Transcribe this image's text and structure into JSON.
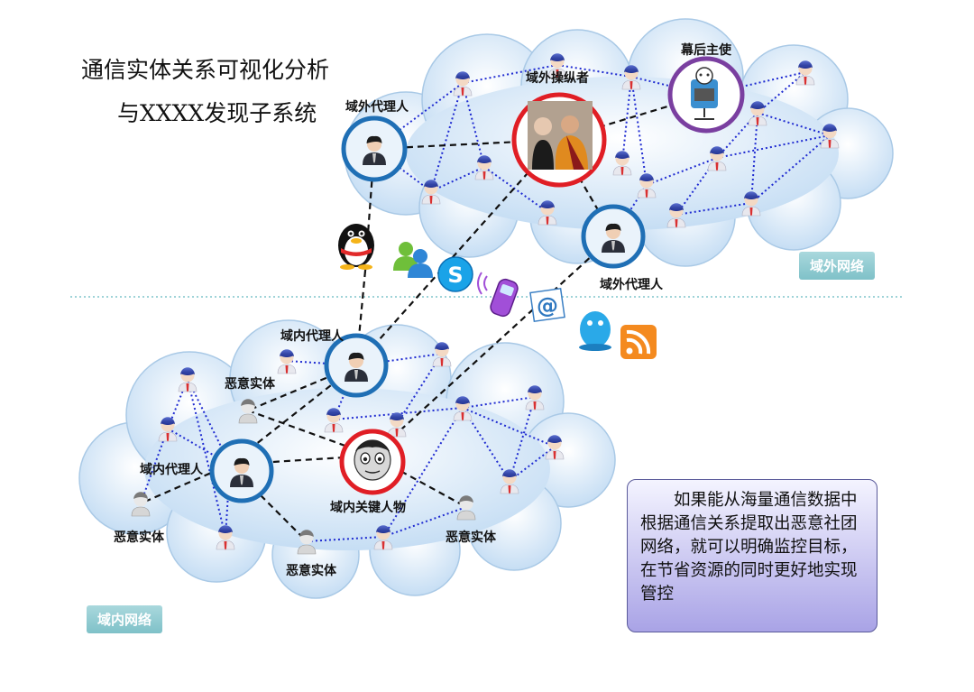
{
  "title": {
    "line1": "通信实体关系可视化分析",
    "line2": "与XXXX发现子系统"
  },
  "labels": {
    "curtain_master": "幕后主使",
    "foreign_manipulator": "域外操纵者",
    "foreign_agent_1": "域外代理人",
    "foreign_agent_2": "域外代理人",
    "domestic_agent_1": "域内代理人",
    "domestic_agent_2": "域内代理人",
    "malicious_1": "恶意实体",
    "malicious_2": "恶意实体",
    "malicious_3": "恶意实体",
    "malicious_4": "恶意实体",
    "key_person": "域内关键人物"
  },
  "zones": {
    "foreign": "域外网络",
    "domestic": "域内网络"
  },
  "description": "如果能从海量通信数据中根据通信关系提取出恶意社团网络，就可以明确监控目标，在节省资源的同时更好地实现管控",
  "colors": {
    "cloud": "#cfe4f7",
    "cloud_edge": "#a9c9e6",
    "ring_blue": "#1f6fb5",
    "ring_red": "#e01e25",
    "ring_purple": "#7a3fa0",
    "dotted_link": "#1f2bd1",
    "dashed_link": "#111111",
    "divider": "#9fd3d8"
  },
  "icons": [
    "qq-penguin-icon",
    "msn-icon",
    "skype-icon",
    "mobile-phone-icon",
    "email-icon",
    "qq-icon",
    "rss-icon"
  ]
}
